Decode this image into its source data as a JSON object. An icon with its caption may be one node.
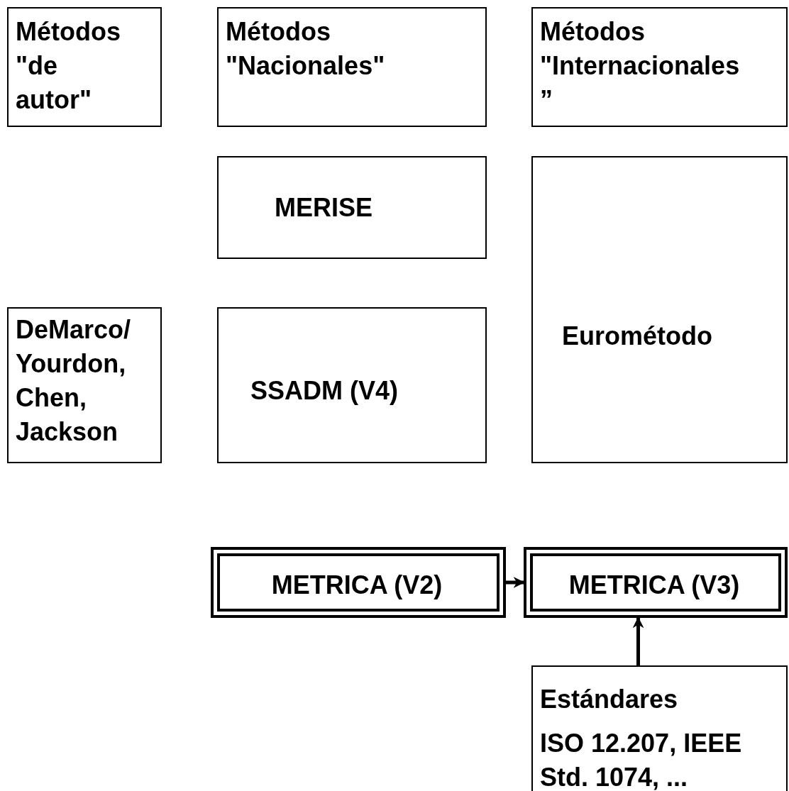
{
  "diagram": {
    "nodes": [
      {
        "text": [
          "Métodos \"de autor\""
        ]
      },
      {
        "text": [
          "Métodos \"Nacionales\""
        ]
      },
      {
        "text": [
          "Métodos \"Internacionales ”"
        ]
      },
      {
        "text": [
          "MERISE"
        ]
      },
      {
        "text": [
          "DeMarco/ Yourdon, Chen, Jackson"
        ]
      },
      {
        "text": [
          "SSADM (V4)"
        ]
      },
      {
        "text": [
          "Eurométodo"
        ]
      },
      {
        "text": [
          "METRICA (V2)"
        ]
      },
      {
        "text": [
          "METRICA (V3)"
        ]
      },
      {
        "text": [
          "Estándares",
          "ISO 12.207, IEEE Std. 1074, ..."
        ]
      }
    ],
    "edges": [
      {
        "from": 7,
        "to": 8,
        "arrow": "to"
      },
      {
        "from": 9,
        "to": 8,
        "arrow": "to"
      }
    ]
  }
}
